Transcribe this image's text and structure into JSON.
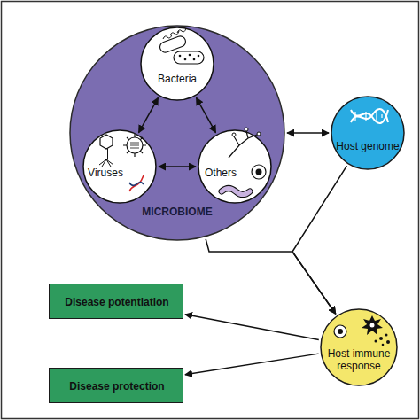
{
  "diagram": {
    "nodes": [
      {
        "text": [
          "MICROBIOME"
        ]
      },
      {
        "text": [
          "Bacteria"
        ],
        "in": 0
      },
      {
        "text": [
          "Viruses"
        ],
        "in": 0
      },
      {
        "text": [
          "Others"
        ],
        "in": 0
      },
      {
        "text": [
          "Host genome"
        ]
      },
      {
        "text": [
          "Host immune response"
        ]
      },
      {
        "text": [
          "Disease potentiation"
        ]
      },
      {
        "text": [
          "Disease protection"
        ]
      }
    ],
    "edges": [
      {
        "from": 1,
        "to": 2,
        "arrow": "both"
      },
      {
        "from": 1,
        "to": 3,
        "arrow": "both"
      },
      {
        "from": 2,
        "to": 3,
        "arrow": "both"
      },
      {
        "from": 0,
        "to": 4,
        "arrow": "both"
      },
      {
        "from": 0,
        "to": 5,
        "arrow": "to"
      },
      {
        "from": 4,
        "to": 5,
        "arrow": "to"
      },
      {
        "from": 5,
        "to": 6,
        "arrow": "to"
      },
      {
        "from": 5,
        "to": 7,
        "arrow": "to"
      }
    ]
  }
}
